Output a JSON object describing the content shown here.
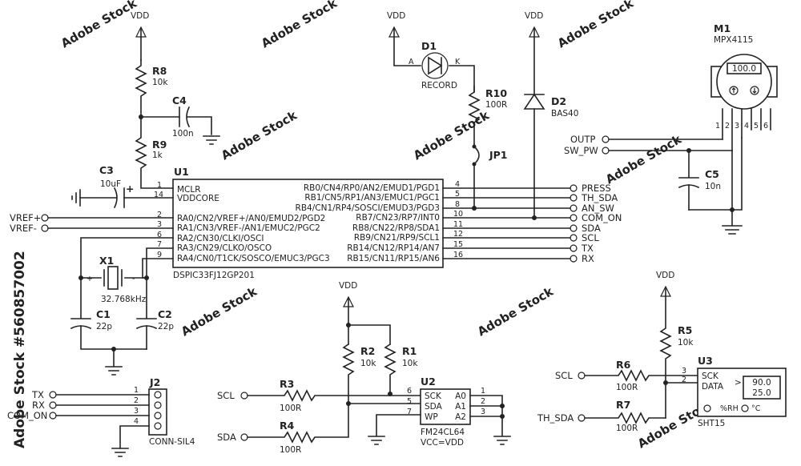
{
  "power_label": "VDD",
  "u1": {
    "ref": "U1",
    "part": "DSPIC33FJ12GP201",
    "left_pins": [
      {
        "num": "1",
        "name": "MCLR"
      },
      {
        "num": "14",
        "name": "VDDCORE"
      },
      {
        "num": "2",
        "name": "RA0/CN2/VREF+/AN0/EMUD2/PGD2"
      },
      {
        "num": "3",
        "name": "RA1/CN3/VREF-/AN1/EMUC2/PGC2"
      },
      {
        "num": "6",
        "name": "RA2/CN30/CLKI/OSCI"
      },
      {
        "num": "7",
        "name": "RA3/CN29/CLKO/OSCO"
      },
      {
        "num": "9",
        "name": "RA4/CN0/T1CK/SOSCO/EMUC3/PGC3"
      }
    ],
    "right_pins": [
      {
        "num": "4",
        "name": "RB0/CN4/RP0/AN2/EMUD1/PGD1"
      },
      {
        "num": "5",
        "name": "RB1/CN5/RP1/AN3/EMUC1/PGC1"
      },
      {
        "num": "8",
        "name": "RB4/CN1/RP4/SOSCI/EMUD3/PGD3"
      },
      {
        "num": "10",
        "name": "RB7/CN23/RP7/INT0"
      },
      {
        "num": "11",
        "name": "RB8/CN22/RP8/SDA1"
      },
      {
        "num": "12",
        "name": "RB9/CN21/RP9/SCL1"
      },
      {
        "num": "15",
        "name": "RB14/CN12/RP14/AN7"
      },
      {
        "num": "16",
        "name": "RB15/CN11/RP15/AN6"
      }
    ]
  },
  "nets_right": [
    "PRESS",
    "TH_SDA",
    "AN_SW",
    "COM_ON",
    "SDA",
    "SCL",
    "TX",
    "RX"
  ],
  "nets_left": [
    "VREF+",
    "VREF-"
  ],
  "r8": {
    "ref": "R8",
    "value": "10k"
  },
  "r9": {
    "ref": "R9",
    "value": "1k"
  },
  "c4": {
    "ref": "C4",
    "value": "100n"
  },
  "c3": {
    "ref": "C3",
    "value": "10uF",
    "polarity": "+"
  },
  "x1": {
    "ref": "X1",
    "value": "32.768kHz",
    "plus": "+",
    "minus": "-"
  },
  "c1": {
    "ref": "C1",
    "value": "22p"
  },
  "c2": {
    "ref": "C2",
    "value": "22p"
  },
  "d1": {
    "ref": "D1",
    "value": "RECORD",
    "anode": "A",
    "cathode": "K"
  },
  "r10": {
    "ref": "R10",
    "value": "100R"
  },
  "jp1": {
    "ref": "JP1"
  },
  "d2": {
    "ref": "D2",
    "value": "BAS40"
  },
  "m1": {
    "ref": "M1",
    "part": "MPX4115",
    "display": "100.0",
    "pins": [
      "1",
      "2",
      "3",
      "4",
      "5",
      "6"
    ],
    "nets": [
      "OUTP",
      "SW_PW"
    ]
  },
  "c5": {
    "ref": "C5",
    "value": "10n"
  },
  "j2": {
    "ref": "J2",
    "part": "CONN-SIL4",
    "pins": [
      "1",
      "2",
      "3",
      "4"
    ],
    "nets": [
      "TX",
      "RX",
      "COM_ON"
    ]
  },
  "r1": {
    "ref": "R1",
    "value": "10k"
  },
  "r2": {
    "ref": "R2",
    "value": "10k"
  },
  "r3": {
    "ref": "R3",
    "value": "100R",
    "net": "SCL"
  },
  "r4": {
    "ref": "R4",
    "value": "100R",
    "net": "SDA"
  },
  "u2": {
    "ref": "U2",
    "part": "FM24CL64",
    "supply": "VCC=VDD",
    "left_pins": [
      {
        "num": "6",
        "name": "SCK"
      },
      {
        "num": "5",
        "name": "SDA"
      },
      {
        "num": "7",
        "name": "WP"
      }
    ],
    "right_pins": [
      {
        "num": "1",
        "name": "A0"
      },
      {
        "num": "2",
        "name": "A1"
      },
      {
        "num": "3",
        "name": "A2"
      }
    ]
  },
  "r5": {
    "ref": "R5",
    "value": "10k"
  },
  "r6": {
    "ref": "R6",
    "value": "100R",
    "net": "SCL"
  },
  "r7": {
    "ref": "R7",
    "value": "100R",
    "net": "TH_SDA"
  },
  "u3": {
    "ref": "U3",
    "part": "SHT15",
    "pins": [
      {
        "num": "3",
        "name": "SCK"
      },
      {
        "num": "2",
        "name": "DATA"
      }
    ],
    "display_gt": ">",
    "display": [
      "90.0",
      "25.0"
    ],
    "rh_label": "%RH",
    "deg_label": "°C"
  },
  "watermark": {
    "brand": "Adobe Stock",
    "id": "#560857002",
    "repeat": "Adobe Stock"
  }
}
